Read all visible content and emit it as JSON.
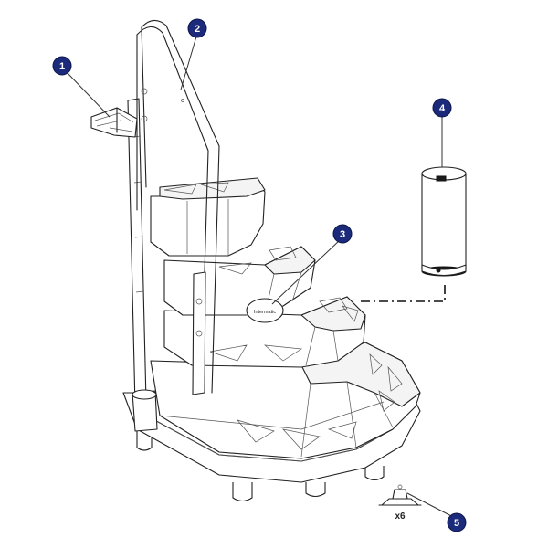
{
  "diagram": {
    "callouts": [
      {
        "id": "1",
        "label": "1"
      },
      {
        "id": "2",
        "label": "2"
      },
      {
        "id": "3",
        "label": "3"
      },
      {
        "id": "4",
        "label": "4"
      },
      {
        "id": "5",
        "label": "5"
      }
    ],
    "quantity_label": "x6",
    "brand_mark": "Intermatic",
    "callout_color": "#1b2a7a"
  }
}
